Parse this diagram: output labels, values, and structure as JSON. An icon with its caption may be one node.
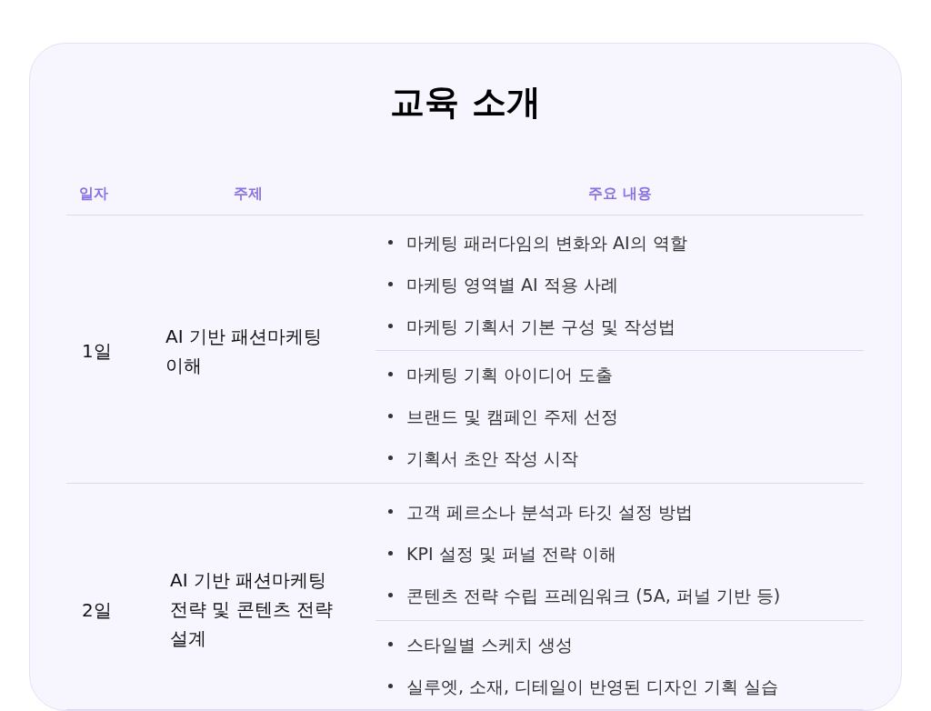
{
  "diagram": {
    "title": "교육 소개",
    "labels": [
      "일자",
      "주제",
      "주요 내용",
      "1일",
      "AI 기반 패션마케팅 이해",
      "마케팅 패러다임의 변화와 AI의 역할",
      "마케팅 영역별 AI 적용 사례",
      "마케팅 기획서 기본 구성 및 작성법",
      "마케팅 기획 아이디어 도출",
      "브랜드 및 캠페인 주제 선정",
      "기획서 초안 작성 시작",
      "2일",
      "AI 기반 패션마케팅 전략 및 콘텐츠 전략 설계",
      "고객 페르소나 분석과 타깃 설정 방법",
      "KPI 설정 및 퍼널 전략 이해",
      "콘텐츠 전략 수립 프레임워크 (5A, 퍼널 기반 등)",
      "스타일별 스케치 생성",
      "실루엣, 소재, 디테일이 반영된 디자인 기획 실습"
    ]
  }
}
